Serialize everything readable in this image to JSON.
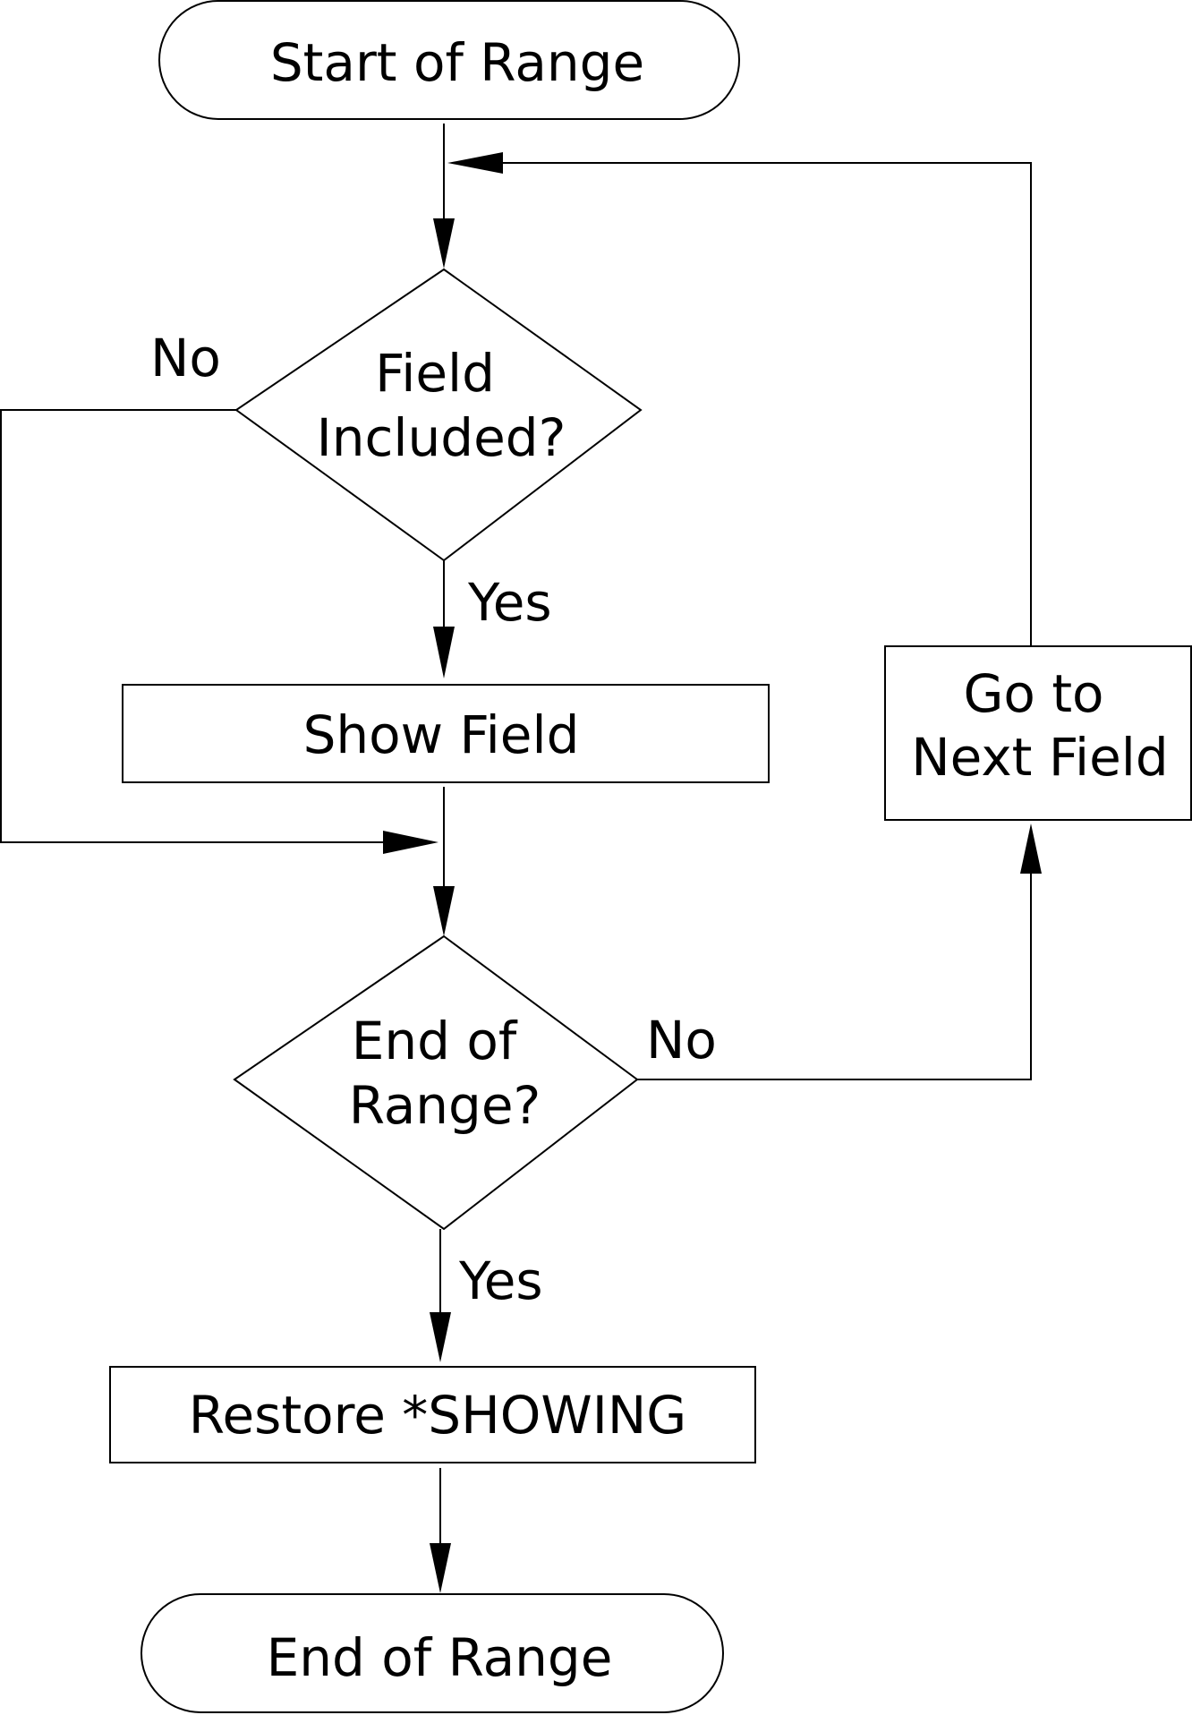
{
  "nodes": {
    "start": "Start of Range",
    "field_included_l1": "Field",
    "field_included_l2": "Included?",
    "show_field": "Show Field",
    "end_of_range_q_l1": "End of",
    "end_of_range_q_l2": "Range?",
    "go_to_next_l1": "Go to",
    "go_to_next_l2": "Next Field",
    "restore": "Restore *SHOWING",
    "end": "End of Range"
  },
  "edges": {
    "field_included_no": "No",
    "field_included_yes": "Yes",
    "end_of_range_no": "No",
    "end_of_range_yes": "Yes"
  }
}
